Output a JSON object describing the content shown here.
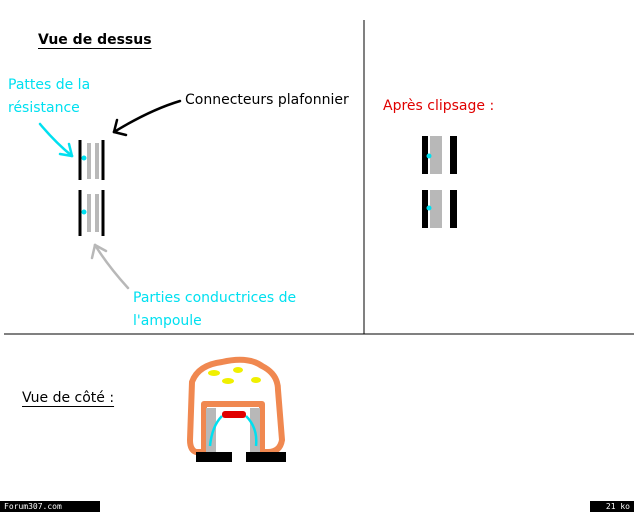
{
  "top_view": {
    "title": "Vue de dessus",
    "label_resistance_legs": [
      "Pattes de la",
      "résistance"
    ],
    "label_ceiling_connectors": "Connecteurs plafonnier",
    "label_bulb_conductive_parts": [
      "Parties conductrices de",
      "l'ampoule"
    ]
  },
  "after_clip": {
    "title": "Après clipsage :"
  },
  "side_view": {
    "title": "Vue de côté :"
  },
  "footer": {
    "site": "Forum307.com",
    "size": "21 ko"
  },
  "colors": {
    "cyan": "#00e0f0",
    "red": "#e00000",
    "grey": "#b8b8b8",
    "orange": "#f08850",
    "yellow": "#f0f000",
    "black": "#000000"
  }
}
